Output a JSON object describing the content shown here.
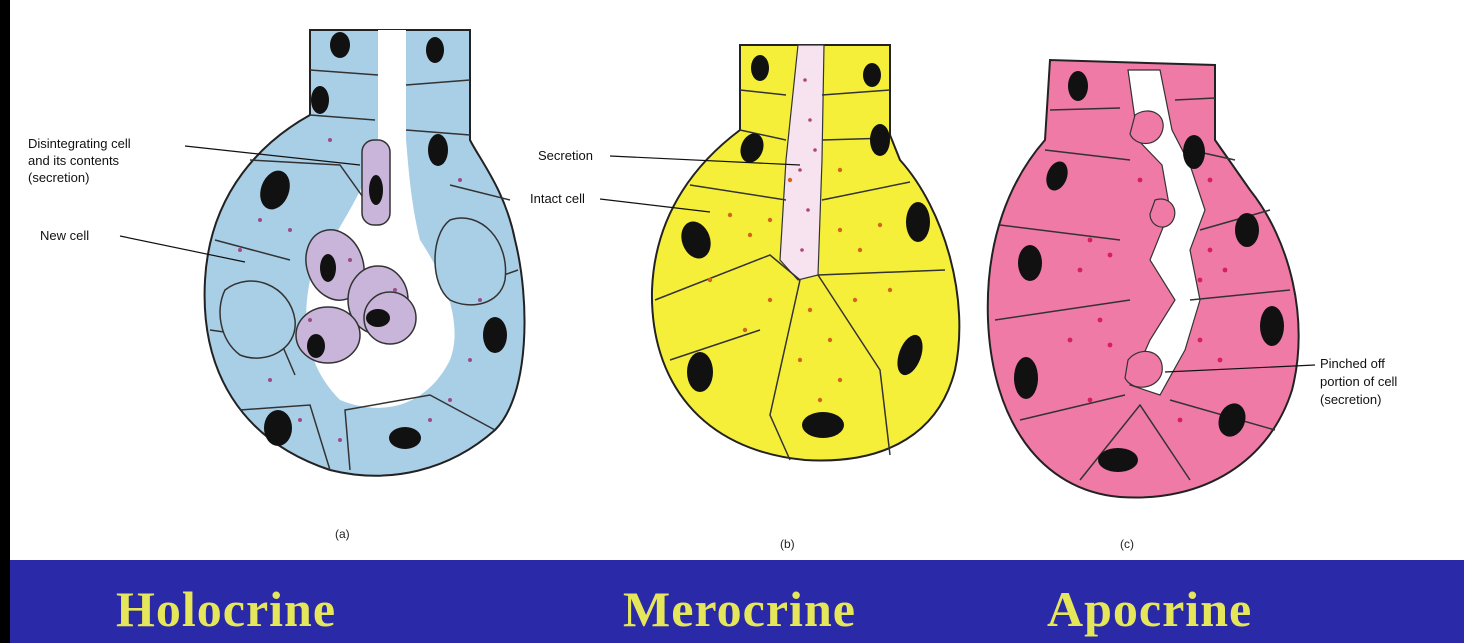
{
  "panels": [
    {
      "id": "a",
      "sublabel": "(a)",
      "title": "Holocrine",
      "labels": [
        "Disintegrating cell",
        "and its contents",
        "(secretion)",
        "New cell"
      ]
    },
    {
      "id": "b",
      "sublabel": "(b)",
      "title": "Merocrine",
      "labels": [
        "Secretion",
        "Intact cell"
      ]
    },
    {
      "id": "c",
      "sublabel": "(c)",
      "title": "Apocrine",
      "labels": [
        "Pinched off",
        "portion of cell",
        "(secretion)"
      ]
    }
  ],
  "colors": {
    "holocrine_fill": "#a9cfe6",
    "merocrine_fill": "#f6ef3a",
    "apocrine_fill": "#ef7aa6",
    "footer_bg": "#2a2aa8",
    "footer_text": "#e6e65a"
  }
}
